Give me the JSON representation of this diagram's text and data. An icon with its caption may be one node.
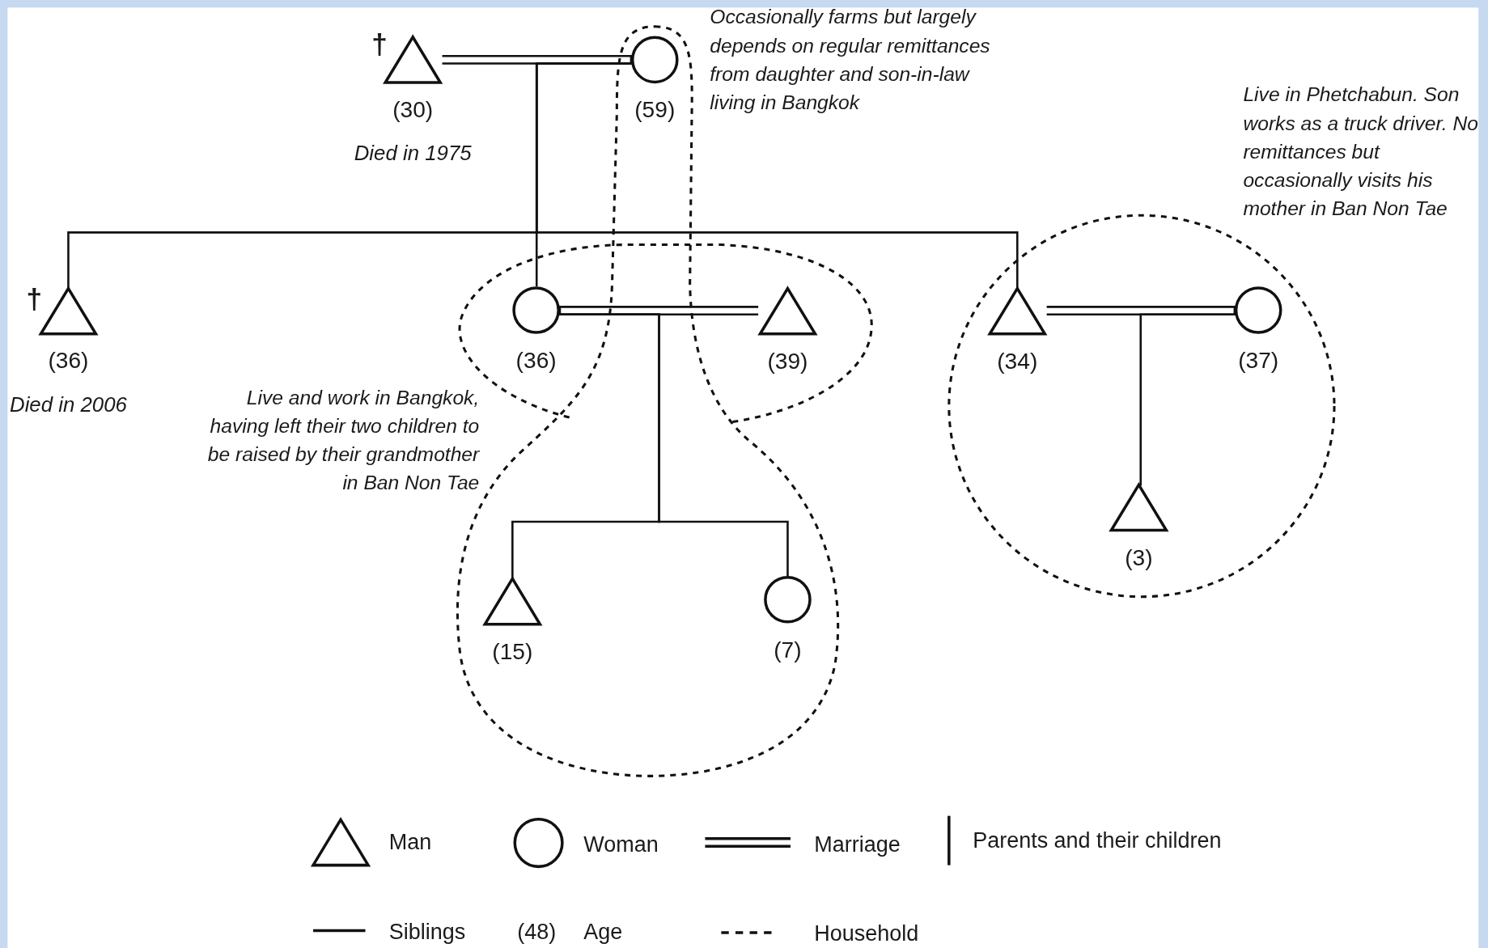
{
  "diagram": {
    "nodes": [
      {
        "text": [],
        "shape": "triangle",
        "beside": [
          "†",
          "(30)",
          "Died in 1975"
        ]
      },
      {
        "text": [],
        "shape": "circle",
        "beside": [
          "(59)"
        ]
      },
      {
        "text": [],
        "shape": "triangle",
        "beside": [
          "†",
          "(36)",
          "Died in 2006"
        ]
      },
      {
        "text": [],
        "shape": "circle",
        "beside": [
          "(36)"
        ]
      },
      {
        "text": [],
        "shape": "triangle",
        "beside": [
          "(39)"
        ]
      },
      {
        "text": [],
        "shape": "triangle",
        "beside": [
          "(34)"
        ]
      },
      {
        "text": [],
        "shape": "circle",
        "beside": [
          "(37)"
        ]
      },
      {
        "text": [],
        "shape": "triangle",
        "beside": [
          "(15)"
        ]
      },
      {
        "text": [],
        "shape": "circle",
        "beside": [
          "(7)"
        ]
      },
      {
        "text": [],
        "shape": "triangle",
        "beside": [
          "(3)"
        ]
      }
    ],
    "edges": [
      {
        "from": 0,
        "to": 1,
        "arrow": "none"
      },
      {
        "from": 1,
        "to": 2,
        "arrow": "none"
      },
      {
        "from": 1,
        "to": 3,
        "arrow": "none"
      },
      {
        "from": 1,
        "to": 5,
        "arrow": "none"
      },
      {
        "from": 3,
        "to": 4,
        "arrow": "none"
      },
      {
        "from": 3,
        "to": 7,
        "arrow": "none"
      },
      {
        "from": 3,
        "to": 8,
        "arrow": "none"
      },
      {
        "from": 5,
        "to": 6,
        "arrow": "none"
      },
      {
        "from": 6,
        "to": 9,
        "arrow": "none"
      }
    ],
    "labels": [
      "Occasionally farms but largely depends on regular remittances from daughter and son-in-law living in Bangkok",
      "Live in Phetchabun. Son works as a truck driver. No remittances but occasionally visits his mother in Ban Non Tae",
      "Live and work in Bangkok, having left their two children to be raised by their grandmother in Ban Non Tae",
      "(48)"
    ],
    "legend": [
      {
        "text": "Man"
      },
      {
        "text": "Woman"
      },
      {
        "text": "Marriage"
      },
      {
        "text": "Parents and their children"
      },
      {
        "text": "Siblings"
      },
      {
        "text": "Age"
      },
      {
        "text": "Household"
      }
    ]
  }
}
